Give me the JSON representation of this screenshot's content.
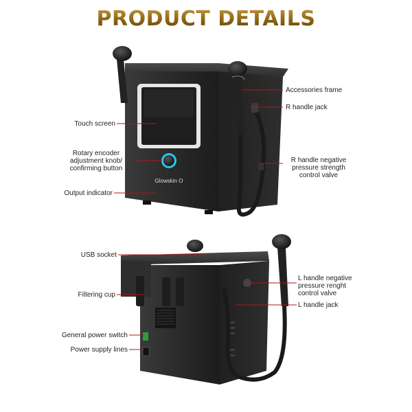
{
  "title": "PRODUCT DETAILS",
  "brand": "Glowskin O",
  "colors": {
    "title_gold": "#8a6412",
    "device_body": "#2b2b2b",
    "screen_glass": "#1e1e1e",
    "screen_frame": "#e6e6e6",
    "knob_ring": "#2ec6e8",
    "leader_line": "#b01818",
    "power_switch": "#2f9e3a"
  },
  "top_view": {
    "callouts": {
      "touch_screen": "Touch screen",
      "rotary_encoder": "Rotary encoder\nadjustment knob/\nconfirming button",
      "output_indicator": "Output indicator",
      "accessories_frame": "Accessories frame",
      "r_handle_jack": "R handle jack",
      "r_handle_valve": "R handle negative\npressure strength\ncontrol valve"
    }
  },
  "bottom_view": {
    "callouts": {
      "usb_socket": "USB socket",
      "filtering_cup": "Filtering cup",
      "power_switch": "General power switch",
      "power_lines": "Power supply lines",
      "l_handle_valve": "L handle negative\npressure renght\ncontrol valve",
      "l_handle_jack": "L handle jack"
    }
  }
}
